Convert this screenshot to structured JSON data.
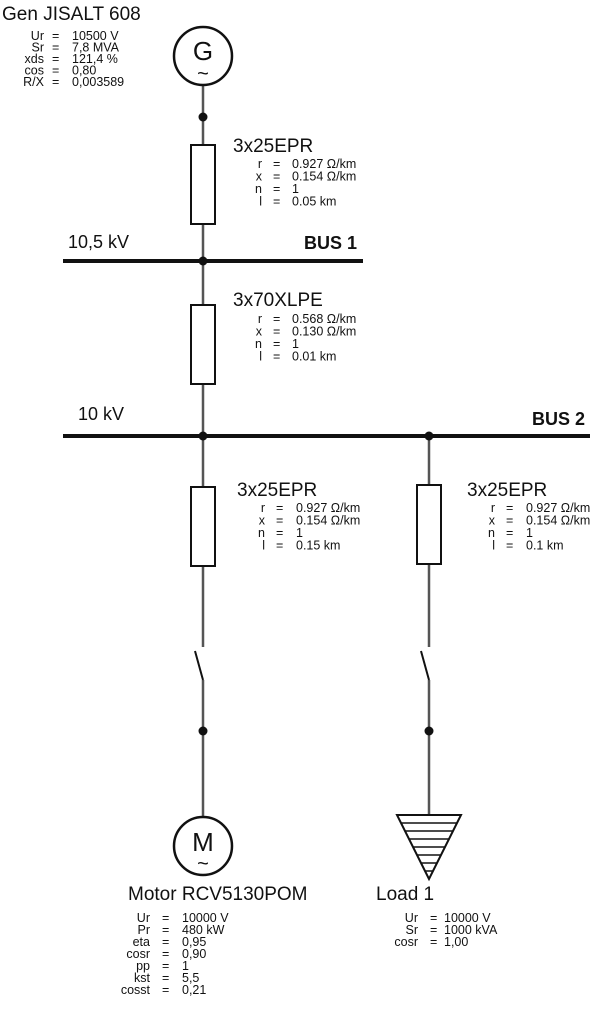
{
  "generator": {
    "title": "Gen JISALT 608",
    "symbol": "G",
    "tilde": "~",
    "params": [
      {
        "k": "Ur",
        "v": "10500 V"
      },
      {
        "k": "Sr",
        "v": "7,8 MVA"
      },
      {
        "k": "xds",
        "v": "121,4 %"
      },
      {
        "k": "cos",
        "v": "0,80"
      },
      {
        "k": "R/X",
        "v": "0,003589"
      }
    ]
  },
  "cable1": {
    "title": "3x25EPR",
    "params": [
      {
        "k": "r",
        "v": "0.927 Ω/km"
      },
      {
        "k": "x",
        "v": "0.154 Ω/km"
      },
      {
        "k": "n",
        "v": "1"
      },
      {
        "k": "l",
        "v": "0.05 km"
      }
    ]
  },
  "bus1": {
    "name": "BUS 1",
    "voltage": "10,5 kV"
  },
  "cable2": {
    "title": "3x70XLPE",
    "params": [
      {
        "k": "r",
        "v": "0.568 Ω/km"
      },
      {
        "k": "x",
        "v": "0.130 Ω/km"
      },
      {
        "k": "n",
        "v": "1"
      },
      {
        "k": "l",
        "v": "0.01 km"
      }
    ]
  },
  "bus2": {
    "name": "BUS 2",
    "voltage": "10 kV"
  },
  "cable3": {
    "title": "3x25EPR",
    "params": [
      {
        "k": "r",
        "v": "0.927 Ω/km"
      },
      {
        "k": "x",
        "v": "0.154 Ω/km"
      },
      {
        "k": "n",
        "v": "1"
      },
      {
        "k": "l",
        "v": "0.15 km"
      }
    ]
  },
  "cable4": {
    "title": "3x25EPR",
    "params": [
      {
        "k": "r",
        "v": "0.927 Ω/km"
      },
      {
        "k": "x",
        "v": "0.154 Ω/km"
      },
      {
        "k": "n",
        "v": "1"
      },
      {
        "k": "l",
        "v": "0.1 km"
      }
    ]
  },
  "motor": {
    "title": "Motor RCV5130POM",
    "symbol": "M",
    "tilde": "~",
    "params": [
      {
        "k": "Ur",
        "v": "10000 V"
      },
      {
        "k": "Pr",
        "v": "480 kW"
      },
      {
        "k": "eta",
        "v": "0,95"
      },
      {
        "k": "cosr",
        "v": "0,90"
      },
      {
        "k": "pp",
        "v": "1"
      },
      {
        "k": "kst",
        "v": "5,5"
      },
      {
        "k": "cosst",
        "v": "0,21"
      }
    ]
  },
  "load": {
    "title": "Load 1",
    "params": [
      {
        "k": "Ur",
        "v": "10000 V"
      },
      {
        "k": "Sr",
        "v": "1000 kVA"
      },
      {
        "k": "cosr",
        "v": "1,00"
      }
    ]
  },
  "colors": {
    "line": "#111111",
    "wire": "#555555"
  }
}
